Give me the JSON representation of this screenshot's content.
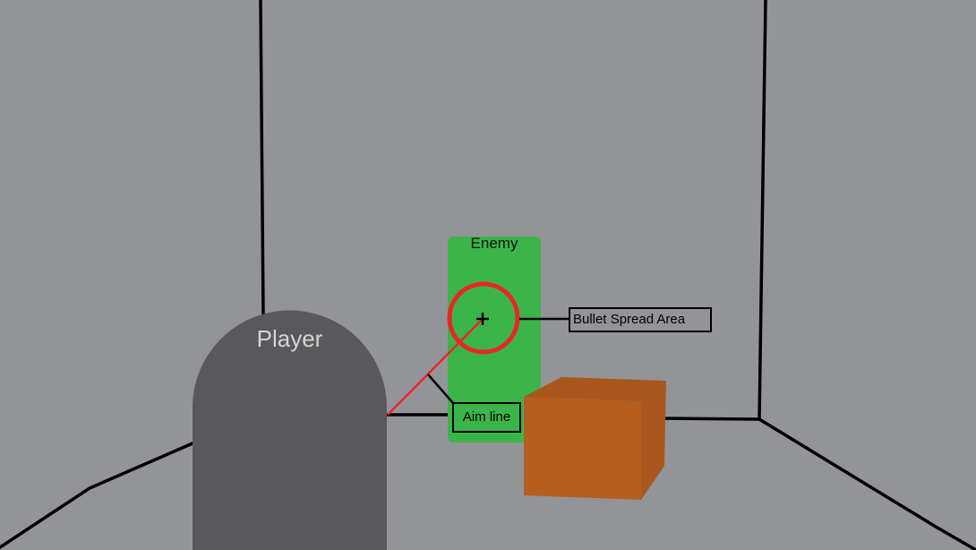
{
  "scene": {
    "background_color": "#939498",
    "wall_line_color": "#000000"
  },
  "player": {
    "label": "Player",
    "color": "#59595b",
    "label_color": "#d4d4d6"
  },
  "enemy": {
    "label": "Enemy",
    "color": "#3bb54a"
  },
  "crosshair": {
    "glyph": "+",
    "color": "#000000"
  },
  "bullet_spread": {
    "color": "#e8262a",
    "callout_label": "Bullet Spread Area"
  },
  "aim_line": {
    "color": "#e8262a",
    "callout_label": "Aim line"
  },
  "crate": {
    "front_color": "#b45e20",
    "top_color": "#a8561c",
    "side_color": "#aa581d"
  }
}
